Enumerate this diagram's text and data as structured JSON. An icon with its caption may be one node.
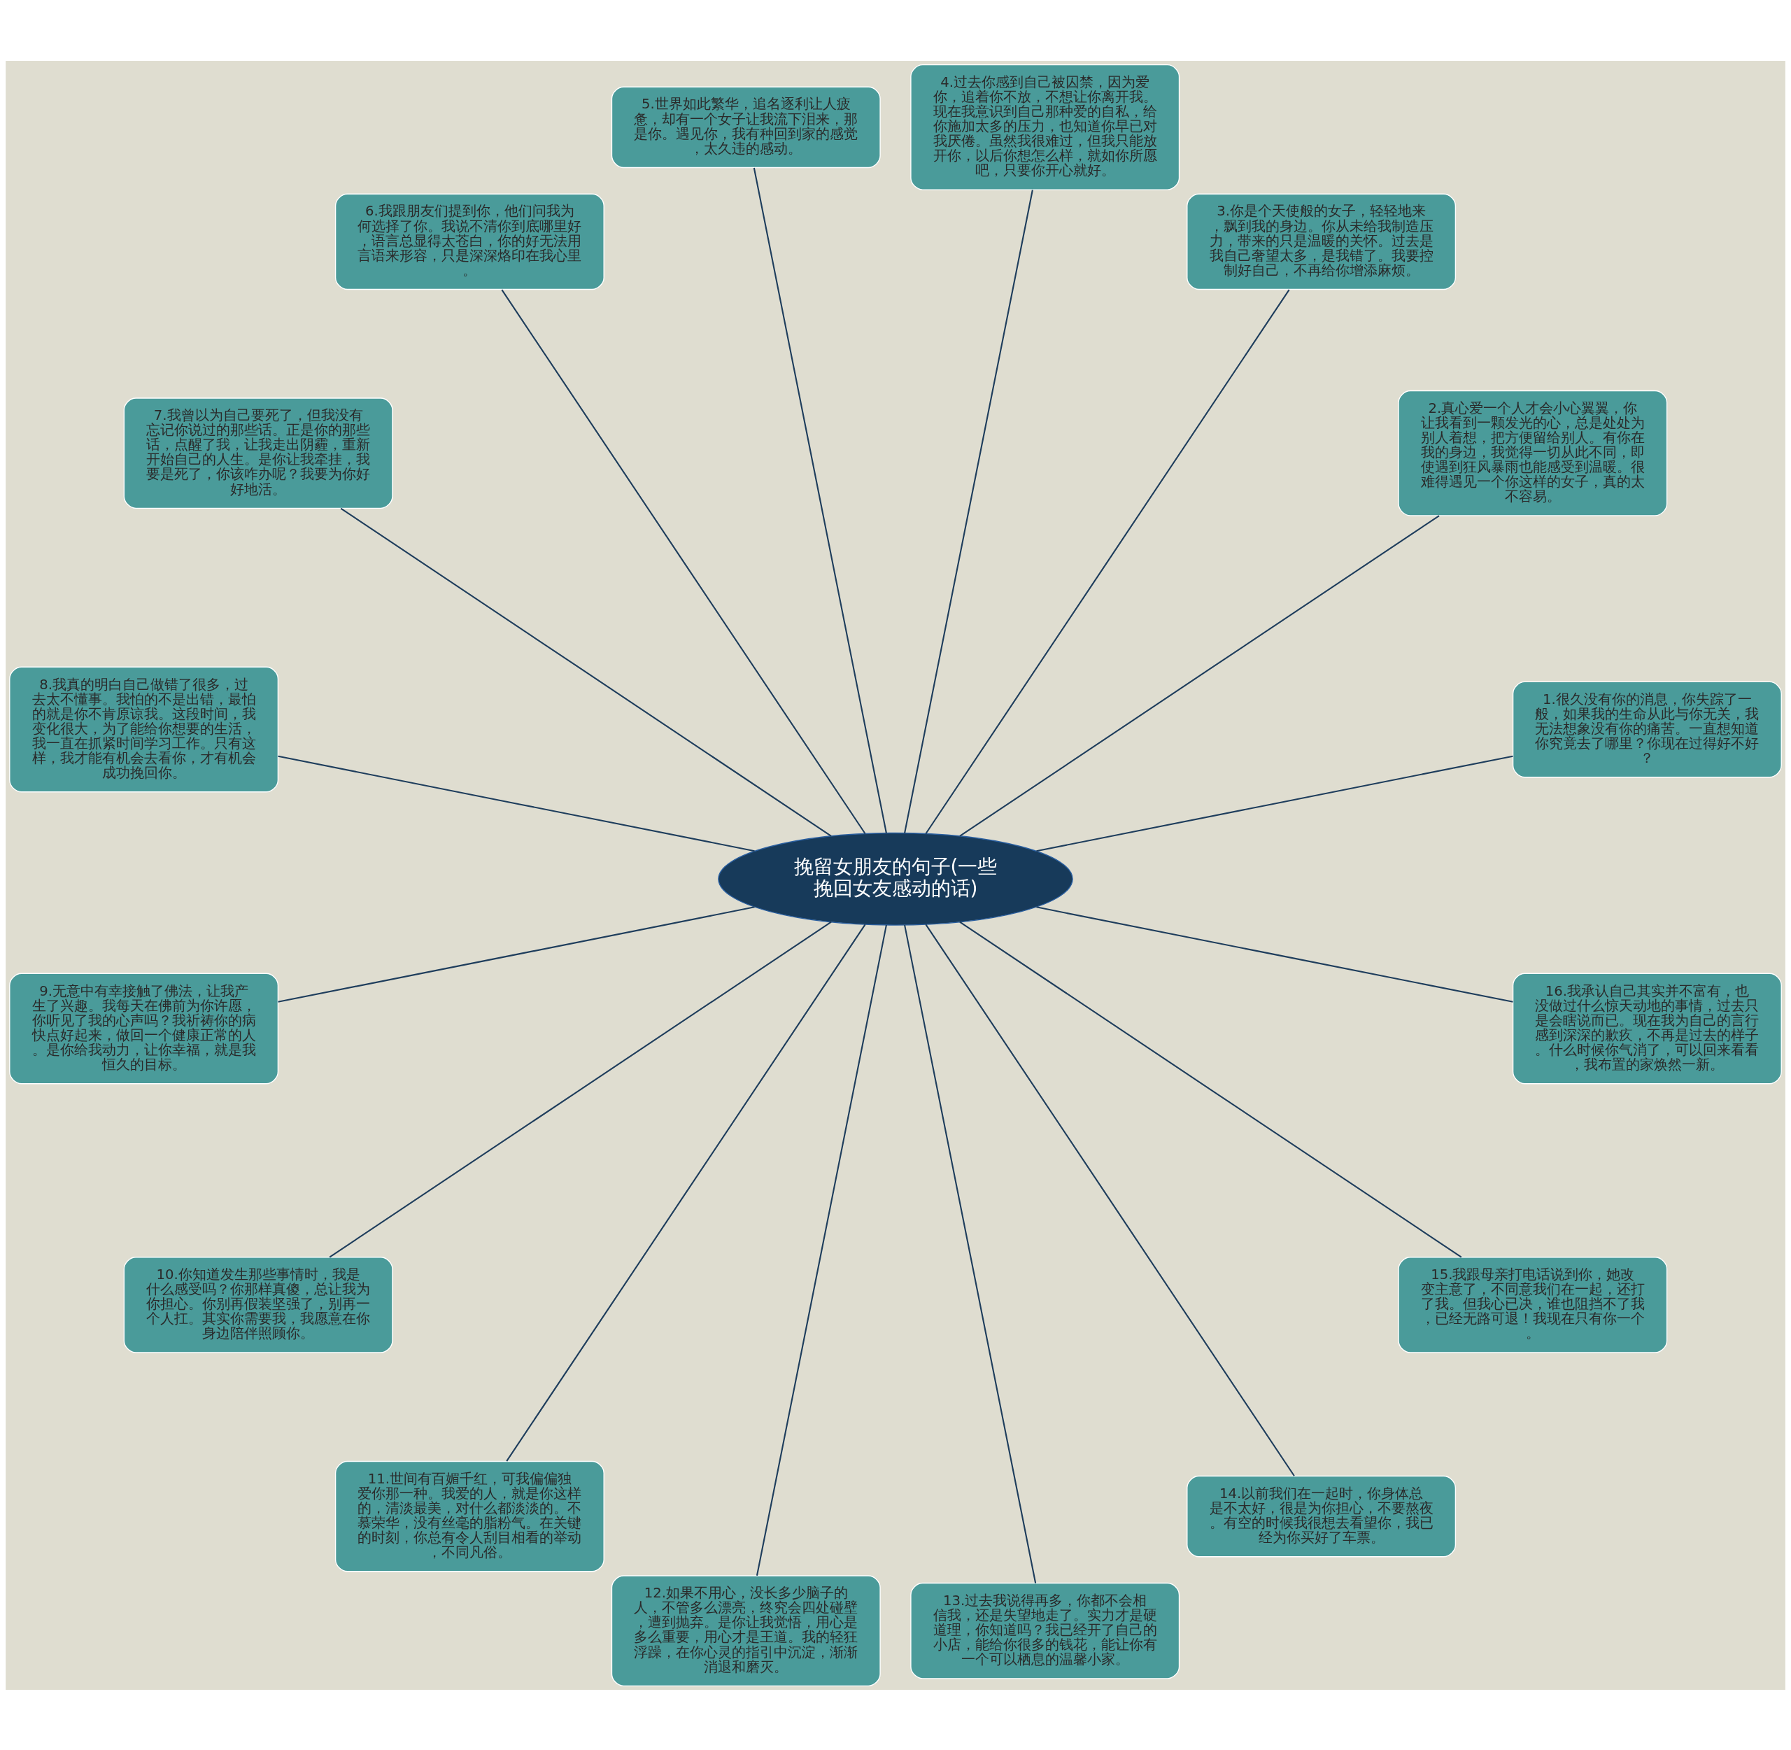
{
  "diagram": {
    "nodes": [
      {
        "text": [
          "挽留女朋友的句子(一些挽回女友感动的话)"
        ]
      },
      {
        "text": [
          "1.很久没有你的消息，你失踪了一般，如果我的生命从此与你无关，我无法想象没有你的痛苦。一直想知道你究竟去了哪里？你现在过得好不好？"
        ]
      },
      {
        "text": [
          "2.真心爱一个人才会小心翼翼，你让我看到一颗发光的心，总是处处为别人着想，把方便留给别人。有你在我的身边，我觉得一切从此不同，即使遇到狂风暴雨也能感受到温暖。很难得遇见一个你这样的女子，真的太不容易。"
        ]
      },
      {
        "text": [
          "3.你是个天使般的女子，轻轻地来，飘到我的身边。你从未给我制造压力，带来的只是温暖的关怀。过去是我自己奢望太多，是我错了。我要控制好自己，不再给你增添麻烦。"
        ]
      },
      {
        "text": [
          "4.过去你感到自己被囚禁，因为爱你，追着你不放，不想让你离开我。现在我意识到自己那种爱的自私，给你施加太多的压力，也知道你早已对我厌倦。虽然我很难过，但我只能放开你，以后你想怎么样，就如你所愿吧，只要你开心就好。"
        ]
      },
      {
        "text": [
          "5.世界如此繁华，追名逐利让人疲惫，却有一个女子让我流下泪来，那是你。遇见你，我有种回到家的感觉，太久违的感动。"
        ]
      },
      {
        "text": [
          "6.我跟朋友们提到你，他们问我为何选择了你。我说不清你到底哪里好，语言总显得太苍白，你的好无法用言语来形容，只是深深烙印在我心里。"
        ]
      },
      {
        "text": [
          "7.我曾以为自己要死了，但我没有忘记你说过的那些话。正是你的那些话，点醒了我，让我走出阴霾，重新开始自己的人生。是你让我牵挂，我要是死了，你该咋办呢？我要为你好好地活。"
        ]
      },
      {
        "text": [
          "8.我真的明白自己做错了很多，过去太不懂事。我怕的不是出错，最怕的就是你不肯原谅我。这段时间，我变化很大，为了能给你想要的生活，我一直在抓紧时间学习工作。只有这样，我才能有机会去看你，才有机会成功挽回你。"
        ]
      },
      {
        "text": [
          "9.无意中有幸接触了佛法，让我产生了兴趣。我每天在佛前为你许愿，你听见了我的心声吗？我祈祷你的病快点好起来，做回一个健康正常的人。是你给我动力，让你幸福，就是我恒久的目标。"
        ]
      },
      {
        "text": [
          "10.你知道发生那些事情时，我是什么感受吗？你那样真傻，总让我为你担心。你别再假装坚强了，别再一个人扛。其实你需要我，我愿意在你身边陪伴照顾你。"
        ]
      },
      {
        "text": [
          "11.世间有百媚千红，可我偏偏独爱你那一种。我爱的人，就是你这样的，清淡最美，对什么都淡淡的。不慕荣华，没有丝毫的脂粉气。在关键的时刻，你总有令人刮目相看的举动，不同凡俗。"
        ]
      },
      {
        "text": [
          "12.如果不用心，没长多少脑子的人，不管多么漂亮，终究会四处碰壁，遭到抛弃。是你让我觉悟，用心是多么重要，用心才是王道。我的轻狂浮躁，在你心灵的指引中沉淀，渐渐消退和磨灭。"
        ]
      },
      {
        "text": [
          "13.过去我说得再多，你都不会相信我，还是失望地走了。实力才是硬道理，你知道吗？我已经开了自己的小店，能给你很多的钱花，能让你有一个可以栖息的温馨小家。"
        ]
      },
      {
        "text": [
          "14.以前我们在一起时，你身体总是不太好，很是为你担心，不要熬夜。有空的时候我很想去看望你，我已经为你买好了车票。"
        ]
      },
      {
        "text": [
          "15.我跟母亲打电话说到你，她改变主意了，不同意我们在一起，还打了我。但我心已决，谁也阻挡不了我，已经无路可退！我现在只有你一个。"
        ]
      },
      {
        "text": [
          "16.我承认自己其实并不富有，也没做过什么惊天动地的事情，过去只是会瞎说而已。现在我为自己的言行感到深深的歉疚，不再是过去的样子。什么时候你气消了，可以回来看看，我布置的家焕然一新。"
        ]
      }
    ],
    "edges": [
      {
        "from": 0,
        "to": 1,
        "arrow": "none"
      },
      {
        "from": 0,
        "to": 2,
        "arrow": "none"
      },
      {
        "from": 0,
        "to": 3,
        "arrow": "none"
      },
      {
        "from": 0,
        "to": 4,
        "arrow": "none"
      },
      {
        "from": 0,
        "to": 5,
        "arrow": "none"
      },
      {
        "from": 0,
        "to": 6,
        "arrow": "none"
      },
      {
        "from": 0,
        "to": 7,
        "arrow": "none"
      },
      {
        "from": 0,
        "to": 8,
        "arrow": "none"
      },
      {
        "from": 0,
        "to": 9,
        "arrow": "none"
      },
      {
        "from": 0,
        "to": 10,
        "arrow": "none"
      },
      {
        "from": 0,
        "to": 11,
        "arrow": "none"
      },
      {
        "from": 0,
        "to": 12,
        "arrow": "none"
      },
      {
        "from": 0,
        "to": 13,
        "arrow": "none"
      },
      {
        "from": 0,
        "to": 14,
        "arrow": "none"
      },
      {
        "from": 0,
        "to": 15,
        "arrow": "none"
      },
      {
        "from": 0,
        "to": 16,
        "arrow": "none"
      }
    ]
  }
}
